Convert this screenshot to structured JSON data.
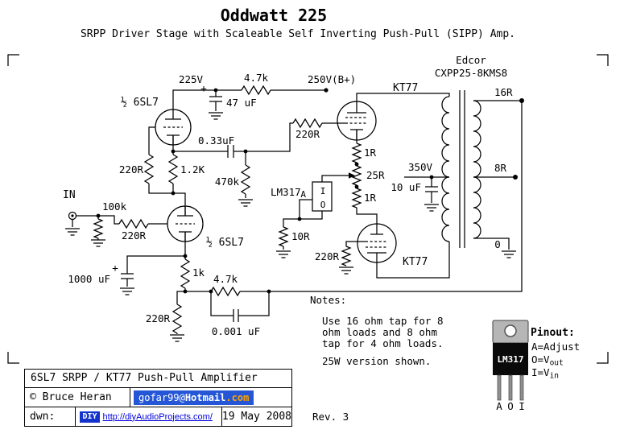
{
  "header": {
    "title": "Oddwatt 225",
    "subtitle": "SRPP Driver Stage with Scaleable Self Inverting Push-Pull (SIPP) Amp."
  },
  "sch": {
    "v225": "225V",
    "plus_47": "+",
    "c47": "47 uF",
    "r47k_top": "4.7k",
    "b_plus": "250V(B+)",
    "tube_top": "½ 6SL7",
    "tube_bot": "½ 6SL7",
    "c033": "0.33uF",
    "r220_srpp": "220R",
    "r1k2": "1.2K",
    "r470k": "470k",
    "in_label": "IN",
    "r100k": "100k",
    "r220_in": "220R",
    "c1000": "1000 uF",
    "plus_1000": "+",
    "r1k": "1k",
    "r47k_fb": "4.7k",
    "c0001": "0.001 uF",
    "r220_fb": "220R",
    "r220_gtop": "220R",
    "kt77_top": "KT77",
    "r1_top": "1R",
    "r25": "25R",
    "r1_bot": "1R",
    "lm317": "LM317",
    "pin_i": "I",
    "pin_o": "O",
    "pin_a": "A",
    "r10": "10R",
    "r220_gbot": "220R",
    "kt77_bot": "KT77",
    "v350": "350V",
    "c10": "10 uF"
  },
  "xfmr": {
    "make": "Edcor",
    "model": "CXPP25-8KMS8",
    "tap16": "16R",
    "tap8": "8R",
    "tap0": "0"
  },
  "notes": {
    "heading": "Notes:",
    "l1": "Use 16 ohm tap for 8",
    "l2": "ohm loads and 8 ohm",
    "l3": "tap for 4 ohm loads.",
    "l4": "25W version shown."
  },
  "pinout": {
    "heading": "Pinout:",
    "a": "A=Adjust",
    "o_main": "O=V",
    "o_sub": "out",
    "i_main": "I=V",
    "i_sub": "in",
    "pkg": "LM317",
    "leg_a": "A",
    "leg_o": "O",
    "leg_i": "I"
  },
  "footer": {
    "row1": "6SL7 SRPP / KT77 Push-Pull Amplifier",
    "author": "© Bruce Heran",
    "email_user": "gofar99",
    "email_at": "@",
    "email_host": "Hotmail",
    "email_tld": ".com",
    "dwn": "dwn:",
    "badge": "DIY",
    "link": "http://diyAudioProjects.com/",
    "date": "19 May 2008",
    "rev": "Rev. 3"
  },
  "colors": {
    "badge_blue": "#2456d6",
    "diy_blue": "#1433cc",
    "link_blue": "#0000dd",
    "tld_orange": "#ffa200"
  }
}
